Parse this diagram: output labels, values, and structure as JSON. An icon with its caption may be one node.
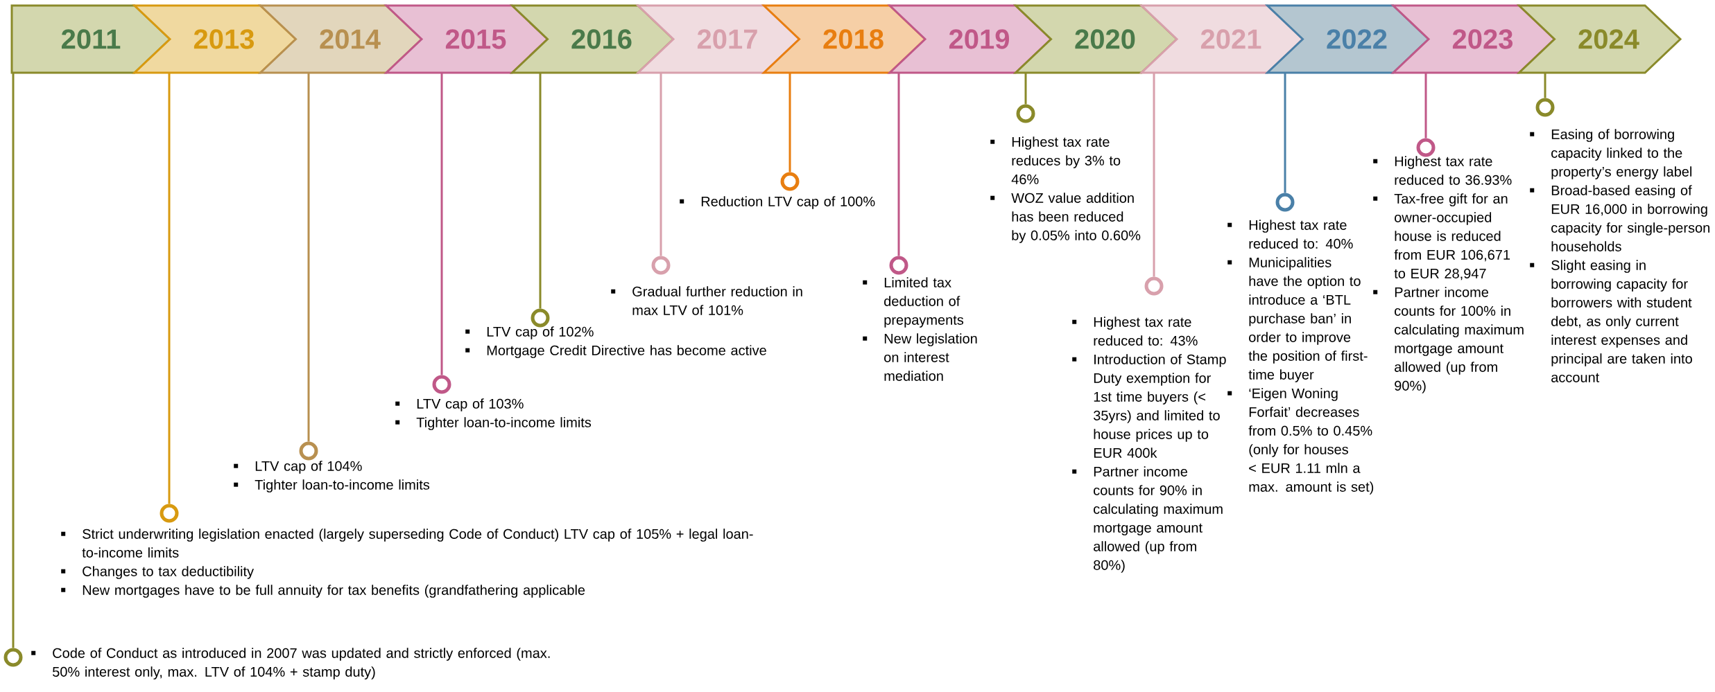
{
  "diagram": {
    "nodes": [
      {
        "text": [
          "2011"
        ]
      },
      {
        "text": [
          "2013"
        ]
      },
      {
        "text": [
          "2014"
        ]
      },
      {
        "text": [
          "2015"
        ]
      },
      {
        "text": [
          "2016"
        ]
      },
      {
        "text": [
          "2017"
        ]
      },
      {
        "text": [
          "2018"
        ]
      },
      {
        "text": [
          "2019"
        ]
      },
      {
        "text": [
          "2020"
        ]
      },
      {
        "text": [
          "2021"
        ]
      },
      {
        "text": [
          "2022"
        ]
      },
      {
        "text": [
          "2023"
        ]
      },
      {
        "text": [
          "2024"
        ]
      },
      {
        "text": [],
        "shape": "circle",
        "beside": [
          "Code of Conduct as introduced in 2007 was updated and strictly enforced (max. 50% interest only, max. LTV of 104% + stamp duty)"
        ]
      },
      {
        "text": [],
        "shape": "circle",
        "beside": [
          "Strict underwriting legislation enacted (largely superseding Code of Conduct) LTV cap of 105% + legal loan-to-income limits",
          "Changes to tax deductibility",
          "New mortgages have to be full annuity for tax benefits (grandfathering applicable"
        ]
      },
      {
        "text": [],
        "shape": "circle",
        "beside": [
          "LTV cap of 104%",
          "Tighter loan-to-income limits"
        ]
      },
      {
        "text": [],
        "shape": "circle",
        "beside": [
          "LTV cap of 103%",
          "Tighter loan-to-income limits"
        ]
      },
      {
        "text": [],
        "shape": "circle",
        "beside": [
          "LTV cap of 102%",
          "Mortgage Credit Directive has become active"
        ]
      },
      {
        "text": [],
        "shape": "circle",
        "beside": [
          "Gradual further reduction in max LTV of 101%"
        ]
      },
      {
        "text": [],
        "shape": "circle",
        "beside": [
          "Reduction LTV cap of 100%"
        ]
      },
      {
        "text": [],
        "shape": "circle",
        "beside": [
          "Limited tax deduction of prepayments",
          "New legislation on interest mediation"
        ]
      },
      {
        "text": [],
        "shape": "circle",
        "beside": [
          "Highest tax rate reduces by 3% to 46%",
          "WOZ value addition has been reduced by 0.05% into 0.60%"
        ]
      },
      {
        "text": [],
        "shape": "circle",
        "beside": [
          "Highest tax rate reduced to: 43%",
          "Introduction of Stamp Duty exemption for 1st time buyers (< 35yrs) and limited to house prices up to EUR 400k",
          "Partner income counts for 90% in calculating maximum mortgage amount allowed (up from 80%)"
        ]
      },
      {
        "text": [],
        "shape": "circle",
        "beside": [
          "Highest tax rate reduced to: 40%",
          "Municipalities have the option to introduce a ‘BTL purchase ban’ in order to improve the position of first-time buyer",
          "‘Eigen Woning Forfait’ decreases from 0.5% to 0.45% (only for houses < EUR 1.11 mln a max. amount is set)"
        ]
      },
      {
        "text": [],
        "shape": "circle",
        "beside": [
          "Highest tax rate reduced to 36.93%",
          "Tax-free gift for an owner-occupied house is reduced from EUR 106,671 to EUR 28,947",
          "Partner income counts for 100% in calculating maximum mortgage amount allowed (up from 90%)"
        ]
      },
      {
        "text": [],
        "shape": "circle",
        "beside": [
          "Easing of borrowing capacity linked to the property’s energy label",
          "Broad-based easing of EUR 16,000 in borrowing capacity for single-person households",
          "Slight easing in borrowing capacity for borrowers with student debt, as only current interest expenses and principal are taken into account"
        ]
      }
    ],
    "edges": [
      {
        "from": 0,
        "to": 13,
        "arrow": "none"
      },
      {
        "from": 1,
        "to": 14,
        "arrow": "none",
        "color": "#d89a10"
      },
      {
        "from": 2,
        "to": 15,
        "arrow": "none",
        "color": "#b89050"
      },
      {
        "from": 3,
        "to": 16,
        "arrow": "none",
        "color": "#c05888"
      },
      {
        "from": 4,
        "to": 17,
        "arrow": "none"
      },
      {
        "from": 5,
        "to": 18,
        "arrow": "none",
        "color": "#d8a0ac"
      },
      {
        "from": 6,
        "to": 19,
        "arrow": "none",
        "color": "#e87e10"
      },
      {
        "from": 7,
        "to": 20,
        "arrow": "none",
        "color": "#c05888"
      },
      {
        "from": 8,
        "to": 21,
        "arrow": "none"
      },
      {
        "from": 9,
        "to": 22,
        "arrow": "none",
        "color": "#d8a0ac"
      },
      {
        "from": 10,
        "to": 23,
        "arrow": "none",
        "color": "#4a80a8"
      },
      {
        "from": 11,
        "to": 24,
        "arrow": "none",
        "color": "#c05888"
      },
      {
        "from": 12,
        "to": 25,
        "arrow": "none"
      }
    ]
  }
}
